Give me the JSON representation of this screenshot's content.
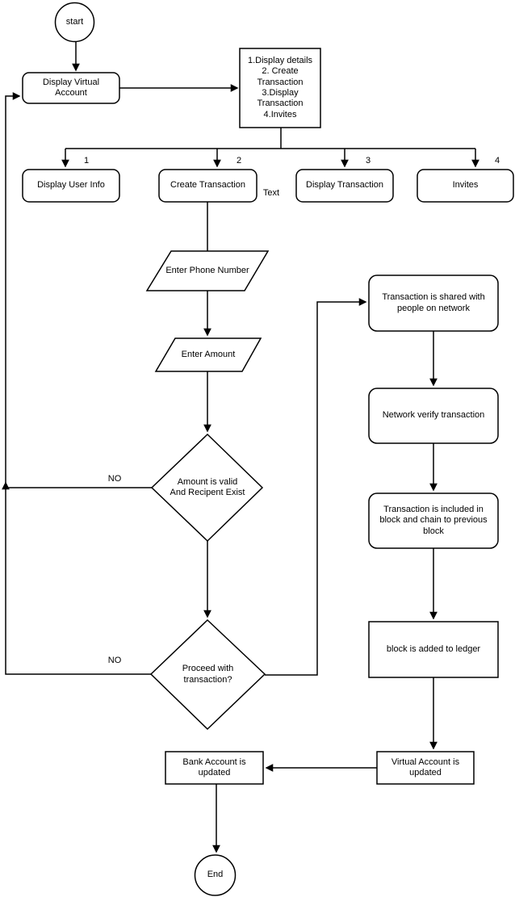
{
  "diagram": {
    "colors": {
      "stroke": "#000000",
      "fill": "#ffffff",
      "text": "#000000",
      "background": "#ffffff"
    },
    "nodes": {
      "start": {
        "label": "start",
        "type": "terminator"
      },
      "display_virtual_account": {
        "label": "Display Virtual\nAccount",
        "type": "rounded-process"
      },
      "menu": {
        "label": "1.Display details\n2. Create\nTransaction\n3.Display\nTransaction\n4.Invites",
        "type": "process"
      },
      "display_user_info": {
        "label": "Display User Info",
        "type": "rounded-process"
      },
      "create_transaction": {
        "label": "Create Transaction",
        "type": "rounded-process"
      },
      "display_transaction": {
        "label": "Display Transaction",
        "type": "rounded-process"
      },
      "invites": {
        "label": "Invites",
        "type": "rounded-process"
      },
      "enter_phone_number": {
        "label": "Enter Phone Number",
        "type": "input"
      },
      "enter_amount": {
        "label": "Enter Amount",
        "type": "input"
      },
      "amount_valid_decision": {
        "label": "Amount is valid\nAnd Recipent Exist",
        "type": "decision"
      },
      "proceed_decision": {
        "label": "Proceed with\ntransaction?",
        "type": "decision"
      },
      "transaction_shared": {
        "label": "Transaction is shared with\npeople on network",
        "type": "rounded-process"
      },
      "network_verify": {
        "label": "Network verify transaction",
        "type": "rounded-process"
      },
      "transaction_included": {
        "label": "Transaction is included in\nblock and chain to previous\nblock",
        "type": "rounded-process"
      },
      "block_added": {
        "label": "block is added to ledger",
        "type": "process"
      },
      "virtual_account_updated": {
        "label": "Virtual Account is\nupdated",
        "type": "process"
      },
      "bank_account_updated": {
        "label": "Bank Account is\nupdated",
        "type": "process"
      },
      "end": {
        "label": "End",
        "type": "terminator"
      }
    },
    "edge_labels": {
      "branch_1": "1",
      "branch_2": "2",
      "branch_3": "3",
      "branch_4": "4",
      "text_note": "Text",
      "no_amount_valid": "NO",
      "no_proceed": "NO"
    }
  }
}
